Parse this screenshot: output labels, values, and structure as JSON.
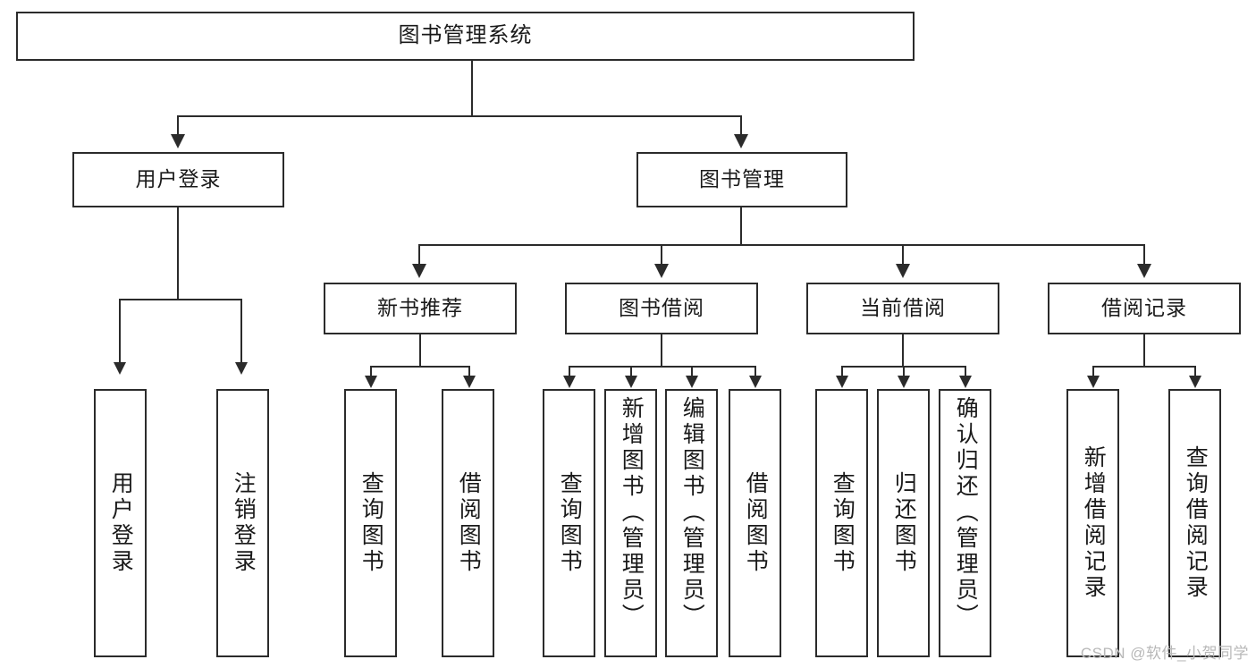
{
  "diagram": {
    "type": "tree-hierarchy",
    "title": "图书管理系统",
    "root": {
      "id": "root",
      "label": "图书管理系统",
      "orientation": "horizontal"
    },
    "level1": [
      {
        "id": "user-login",
        "label": "用户登录",
        "orientation": "horizontal"
      },
      {
        "id": "book-manage",
        "label": "图书管理",
        "orientation": "horizontal"
      }
    ],
    "level2": [
      {
        "id": "new-book-rec",
        "label": "新书推荐",
        "orientation": "horizontal",
        "parent": "book-manage"
      },
      {
        "id": "book-borrow",
        "label": "图书借阅",
        "orientation": "horizontal",
        "parent": "book-manage"
      },
      {
        "id": "current-borrow",
        "label": "当前借阅",
        "orientation": "horizontal",
        "parent": "book-manage"
      },
      {
        "id": "borrow-record",
        "label": "借阅记录",
        "orientation": "horizontal",
        "parent": "book-manage"
      }
    ],
    "leaves": {
      "user_login": [
        {
          "id": "leaf-user-login",
          "label": "用户登录",
          "orientation": "vertical"
        },
        {
          "id": "leaf-user-logout",
          "label": "注销登录",
          "orientation": "vertical"
        }
      ],
      "new_book_rec": [
        {
          "id": "leaf-query-book-1",
          "label": "查询图书",
          "orientation": "vertical"
        },
        {
          "id": "leaf-borrow-book-1",
          "label": "借阅图书",
          "orientation": "vertical"
        }
      ],
      "book_borrow": [
        {
          "id": "leaf-query-book-2",
          "label": "查询图书",
          "orientation": "vertical"
        },
        {
          "id": "leaf-add-book",
          "label": "新增图书（管理员）",
          "orientation": "vertical"
        },
        {
          "id": "leaf-edit-book",
          "label": "编辑图书（管理员）",
          "orientation": "vertical"
        },
        {
          "id": "leaf-borrow-book-2",
          "label": "借阅图书",
          "orientation": "vertical"
        }
      ],
      "current_borrow": [
        {
          "id": "leaf-query-book-3",
          "label": "查询图书",
          "orientation": "vertical"
        },
        {
          "id": "leaf-return-book",
          "label": "归还图书",
          "orientation": "vertical"
        },
        {
          "id": "leaf-confirm-return",
          "label": "确认归还（管理员）",
          "orientation": "vertical"
        }
      ],
      "borrow_record": [
        {
          "id": "leaf-add-record",
          "label": "新增借阅记录",
          "orientation": "vertical"
        },
        {
          "id": "leaf-query-record",
          "label": "查询借阅记录",
          "orientation": "vertical"
        }
      ]
    }
  },
  "watermark": {
    "text": "CSDN @软件_小贺同学"
  },
  "colors": {
    "stroke": "#2b2b2b",
    "fill": "#ffffff",
    "text": "#1a1a1a",
    "watermark": "#b8b8b8"
  }
}
